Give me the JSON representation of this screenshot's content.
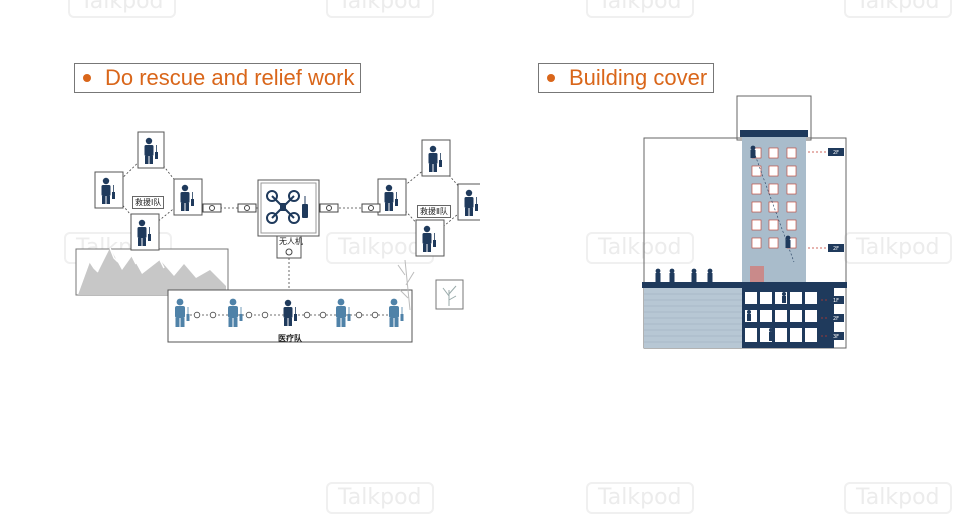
{
  "watermark": {
    "text": "Talkpod"
  },
  "left_panel": {
    "heading": "Do rescue and relief work",
    "rescue_team_label": "救援Ⅰ队",
    "rescue_team2_label": "救援Ⅱ队",
    "drone_label": "无人机",
    "medical_team_label": "医疗队"
  },
  "right_panel": {
    "heading": "Building cover",
    "floor_tags": [
      "2F",
      "2F",
      "1F",
      "2F",
      "3F"
    ]
  },
  "colors": {
    "accent": "#d9661a",
    "person_dark": "#1f3a5c",
    "person_blue": "#4f82a8",
    "building_body": "#a9bccb",
    "building_dark": "#1f3a5c",
    "floor_tag_red": "#c0392b"
  }
}
